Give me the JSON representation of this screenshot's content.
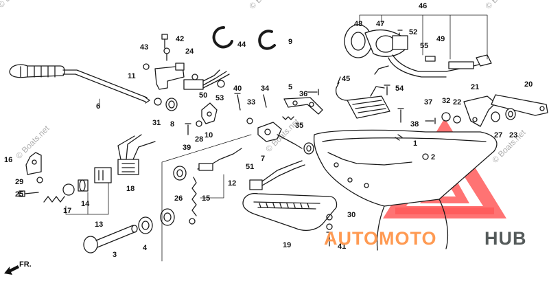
{
  "callouts": [
    "46",
    "48",
    "47",
    "52",
    "55",
    "49",
    "42",
    "24",
    "43",
    "44",
    "9",
    "11",
    "50",
    "53",
    "45",
    "54",
    "6",
    "40",
    "34",
    "5",
    "36",
    "7",
    "21",
    "20",
    "31",
    "8",
    "39",
    "28",
    "10",
    "33",
    "35",
    "37",
    "32",
    "38",
    "22",
    "27",
    "23",
    "16",
    "29",
    "25",
    "18",
    "17",
    "14",
    "13",
    "51",
    "12",
    "15",
    "26",
    "4",
    "3",
    "19",
    "30",
    "41",
    "1",
    "2"
  ],
  "watermarks": [
    "© Boats.net",
    "© Boats.net",
    "© Boats.net",
    "© Boats.net",
    "© Boats.net",
    "© Boats.net"
  ],
  "direction_label": "FR.",
  "brand": {
    "part1": "AUTOMOTO",
    "part2": "HUB"
  },
  "colors": {
    "line": "#1a1a1a",
    "logo_red": "#ff5a5a",
    "logo_orange": "#ff9a52",
    "logo_gray": "#555b5b"
  }
}
